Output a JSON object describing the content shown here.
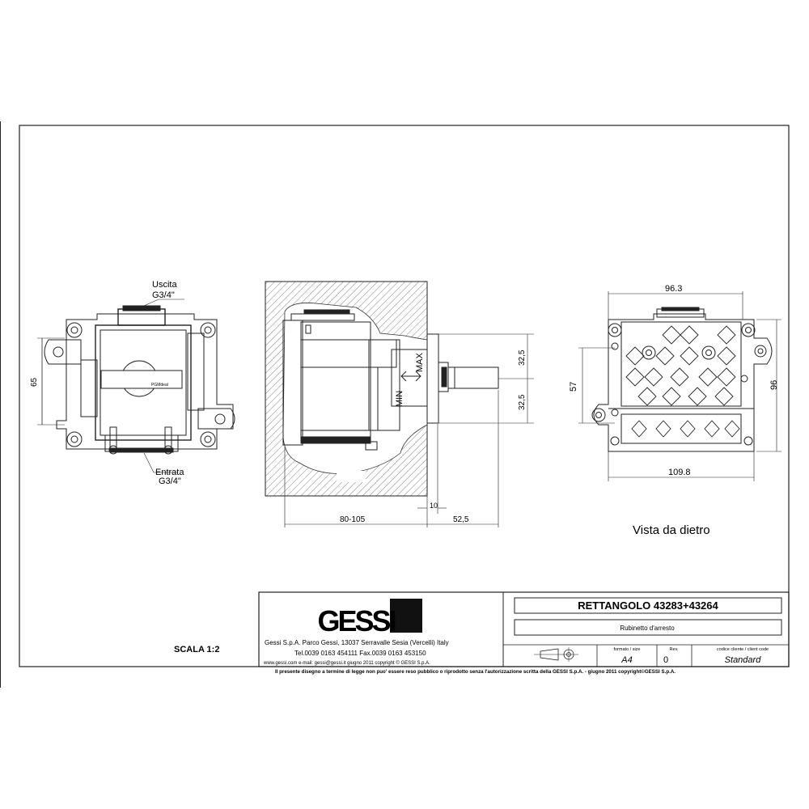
{
  "drawing": {
    "labels": {
      "uscita": "Uscita",
      "uscita_size": "G3/4\"",
      "entrata": "Entrata",
      "entrata_size": "G3/4\"",
      "dim_65": "65",
      "dim_325_top": "32,5",
      "dim_325_bottom": "32,5",
      "dim_max": "MAX",
      "dim_min": "MIN",
      "dim_10": "10",
      "dim_80_105": "80-105",
      "dim_525": "52,5",
      "dim_963": "96.3",
      "dim_57": "57",
      "dim_96": "96",
      "dim_1098": "109.8",
      "vista_da_dietro": "Vista da dietro",
      "small_brand": "PGMdeal"
    }
  },
  "title_block": {
    "scala": "SCALA 1:2",
    "logo_text": "GESSI",
    "company_line1": "Gessi S.p.A. Parco Gessi, 13037 Serravalle Sesia (Vercelli) Italy",
    "company_line2": "Tel.0039 0163 454111 Fax.0039 0163 453150",
    "company_line3": "www.gessi.com e-mail: gessi@gessi.it giugno 2011 copyright © GESSI S.p.A.",
    "product_title": "RETTANGOLO 43283+43264",
    "product_subtitle": "Rubinetto d'arresto",
    "formato_label": "formato / size",
    "formato_value": "A4",
    "rev_label": "Rev.",
    "rev_value": "0",
    "codice_label": "codice cliente / client code",
    "codice_value": "Standard",
    "disclaimer": "Il presente disegno a termine di legge non puo' essere reso pubblico o riprodotto senza l'autorizzazione scritta della GESSI S.p.A. - giugno 2011 copyright©GESSI S.p.A."
  }
}
